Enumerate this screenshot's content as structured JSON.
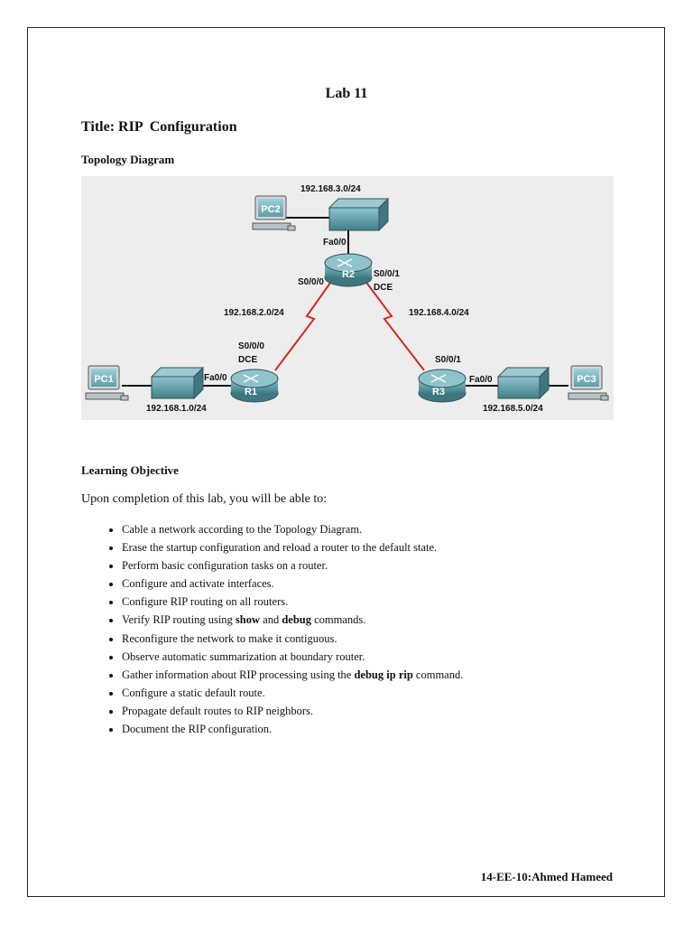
{
  "header": {
    "lab_title": "Lab 11",
    "doc_title": "Title: RIP  Configuration"
  },
  "topology": {
    "heading": "Topology Diagram",
    "devices": {
      "pc1": "PC1",
      "pc2": "PC2",
      "pc3": "PC3",
      "r1": "R1",
      "r2": "R2",
      "r3": "R3"
    },
    "labels": {
      "net_r2_lan": "192.168.3.0/24",
      "r2_fa": "Fa0/0",
      "r2_s000": "S0/0/0",
      "r2_s001": "S0/0/1",
      "r2_dce": "DCE",
      "net_r1_r2": "192.168.2.0/24",
      "net_r2_r3": "192.168.4.0/24",
      "r1_s000": "S0/0/0",
      "r1_dce": "DCE",
      "r1_fa": "Fa0/0",
      "net_r1_lan": "192.168.1.0/24",
      "r3_s001": "S0/0/1",
      "r3_fa": "Fa0/0",
      "net_r3_lan": "192.168.5.0/24"
    },
    "colors": {
      "background": "#eeeeee",
      "device_fill": "#5f9ea8",
      "serial_link": "#d9261c",
      "ethernet_link": "#111111"
    }
  },
  "objectives": {
    "heading": "Learning Objective",
    "intro": "Upon completion of this lab, you will be able to:",
    "items": [
      {
        "text": "Cable a network according to the Topology Diagram."
      },
      {
        "text": "Erase the startup configuration and reload a router to the default state."
      },
      {
        "text": "Perform basic configuration tasks on a router."
      },
      {
        "text": "Configure and activate interfaces."
      },
      {
        "text": "Configure RIP routing on all routers."
      },
      {
        "pre": "Verify RIP routing using ",
        "b1": "show",
        "mid": " and ",
        "b2": "debug",
        "post": " commands."
      },
      {
        "text": "Reconfigure the network to make it contiguous."
      },
      {
        "text": "Observe automatic summarization at boundary router."
      },
      {
        "pre": "Gather information about RIP processing using the ",
        "b1": "debug ip rip",
        "post": " command."
      },
      {
        "text": "Configure a static default route."
      },
      {
        "text": "Propagate default routes to RIP neighbors."
      },
      {
        "text": "Document the RIP configuration."
      }
    ]
  },
  "footer": {
    "signature": "14-EE-10:Ahmed Hameed"
  }
}
